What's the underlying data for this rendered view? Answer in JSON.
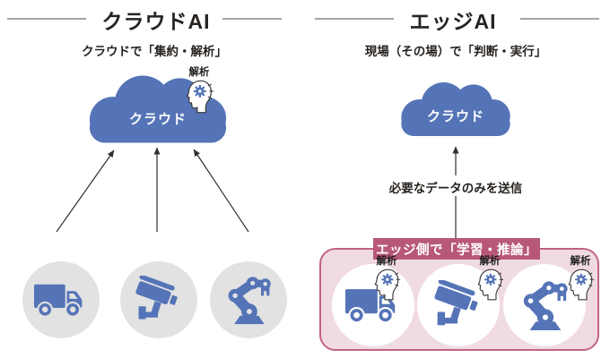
{
  "colors": {
    "blue": "#5574b7",
    "circle_gray": "#e2e2e2",
    "pink_fill": "#f1dbe2",
    "pink_border": "#c16480",
    "bar_bg": "#b85878",
    "line": "#2f2f2f",
    "text": "#272320"
  },
  "left_section": {
    "title": "クラウドAI",
    "subtitle": "クラウドで「集約・解析」",
    "cloud_label": "クラウド",
    "analysis_label": "解析",
    "devices": [
      "truck",
      "surveillance-camera",
      "robot-arm"
    ]
  },
  "right_section": {
    "title": "エッジAI",
    "subtitle": "現場（その場）で「判断・実行」",
    "cloud_label": "クラウド",
    "transfer_label": "必要なデータのみを送信",
    "edge_box_label": "エッジ側で「学習・推論」",
    "analysis_label": "解析",
    "devices": [
      "truck",
      "surveillance-camera",
      "robot-arm"
    ]
  }
}
